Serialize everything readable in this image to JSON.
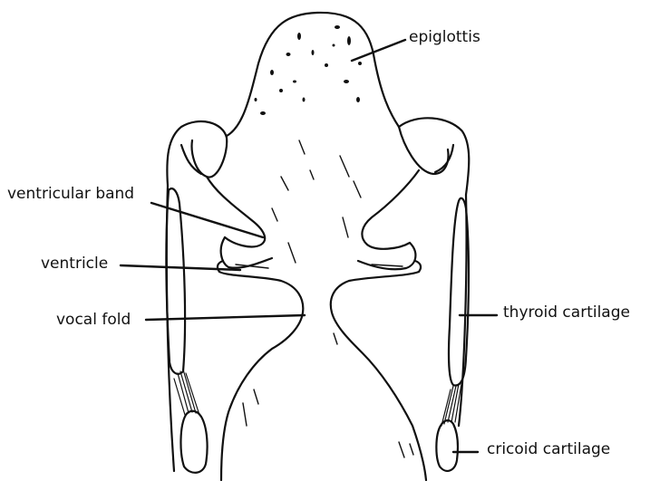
{
  "labels": {
    "epiglottis": "epiglottis",
    "ventricular_band": "ventricular band",
    "ventricle": "ventricle",
    "vocal_fold": "vocal fold",
    "thyroid_cartilage": "thyroid cartilage",
    "cricoid_cartilage": "cricoid cartilage"
  },
  "colors": {
    "ink": "#111111",
    "background": "#ffffff"
  }
}
